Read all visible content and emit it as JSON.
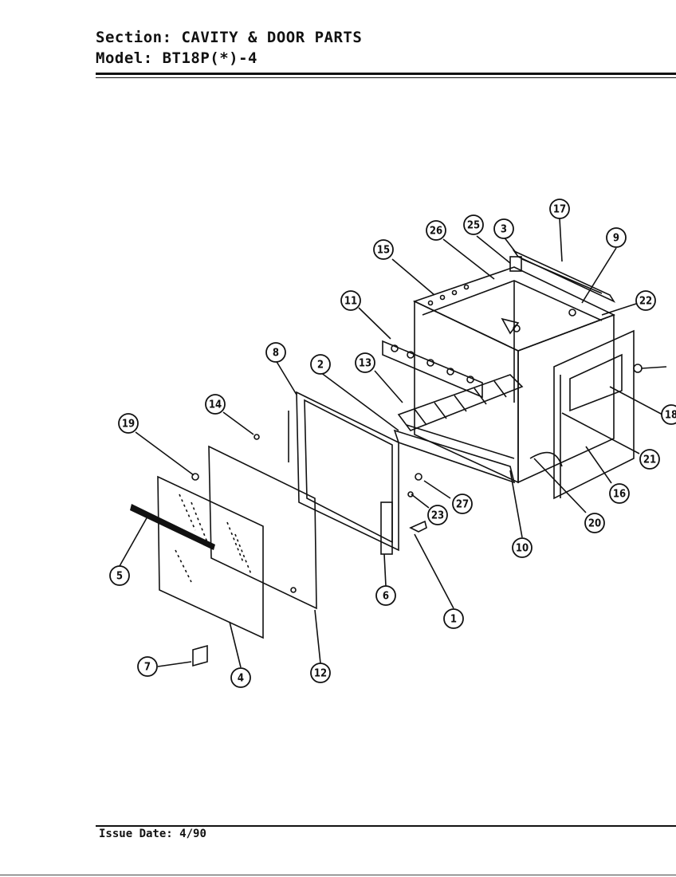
{
  "header": {
    "section_label": "Section:",
    "section_value": "CAVITY & DOOR PARTS",
    "model_label": "Model:",
    "model_value": "BT18P(*)-4"
  },
  "footer": {
    "issue_label": "Issue Date:",
    "issue_value": "4/90"
  },
  "callouts": [
    "1",
    "2",
    "3",
    "4",
    "5",
    "6",
    "7",
    "8",
    "9",
    "10",
    "11",
    "12",
    "13",
    "14",
    "15",
    "16",
    "17",
    "18",
    "19",
    "20",
    "21",
    "22",
    "23",
    "25",
    "26",
    "27"
  ]
}
